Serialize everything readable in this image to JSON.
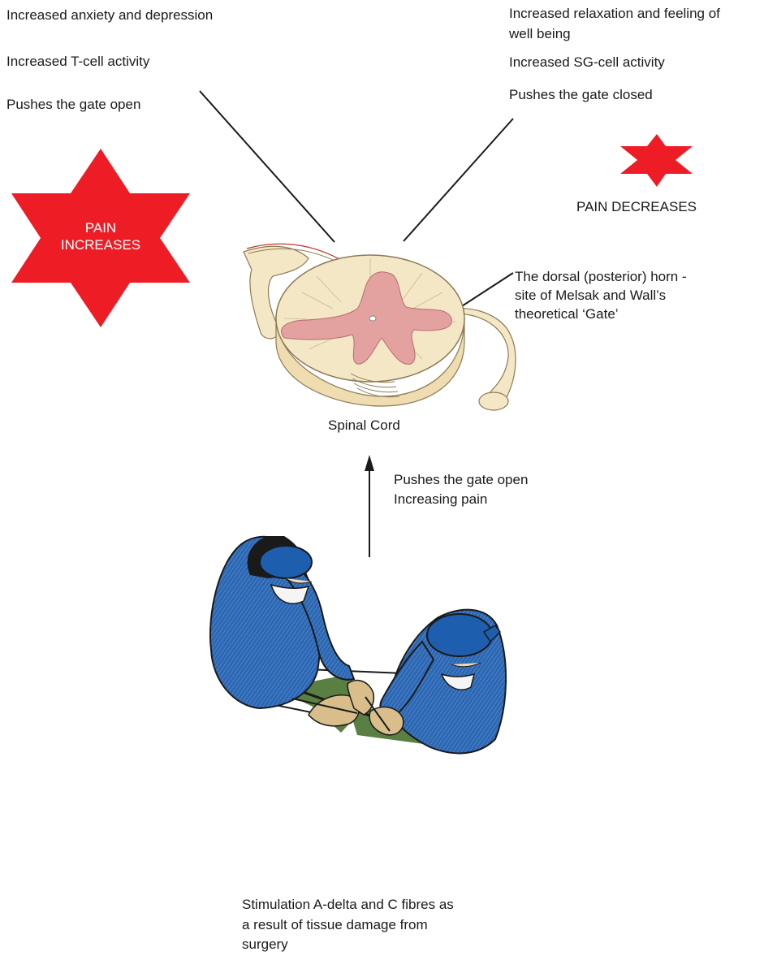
{
  "left_factors": {
    "line1": "Increased anxiety and depression",
    "line2": "Increased T-cell activity",
    "line3": "Pushes the gate open"
  },
  "right_factors": {
    "line1": "Increased relaxation and feeling of",
    "line1b": "well being",
    "line2": "Increased SG-cell activity",
    "line3": "Pushes the gate closed"
  },
  "pain_increases": {
    "line1": "PAIN",
    "line2": "INCREASES"
  },
  "pain_decreases": "PAIN DECREASES",
  "dorsal_horn_label": {
    "line1": "The dorsal (posterior) horn -",
    "line2": "site of Melsak and Wall’s",
    "line3": "theoretical ‘Gate’"
  },
  "spinal_cord_label": "Spinal Cord",
  "arrow_label": {
    "line1": "Pushes the gate open",
    "line2": "Increasing pain"
  },
  "stimulation_caption": {
    "line1": "Stimulation A-delta and C fibres as",
    "line2": "a result of tissue damage from",
    "line3": "surgery"
  },
  "colors": {
    "star_red": "#ee1c24",
    "gown_blue": "#2b67b3",
    "cap_blue": "#1d5fae",
    "cord_cream": "#f4e7c6",
    "grey_matter_pink": "#e3a1a0",
    "glove_tan": "#d9be8c",
    "drape_green": "#5a7f42"
  }
}
